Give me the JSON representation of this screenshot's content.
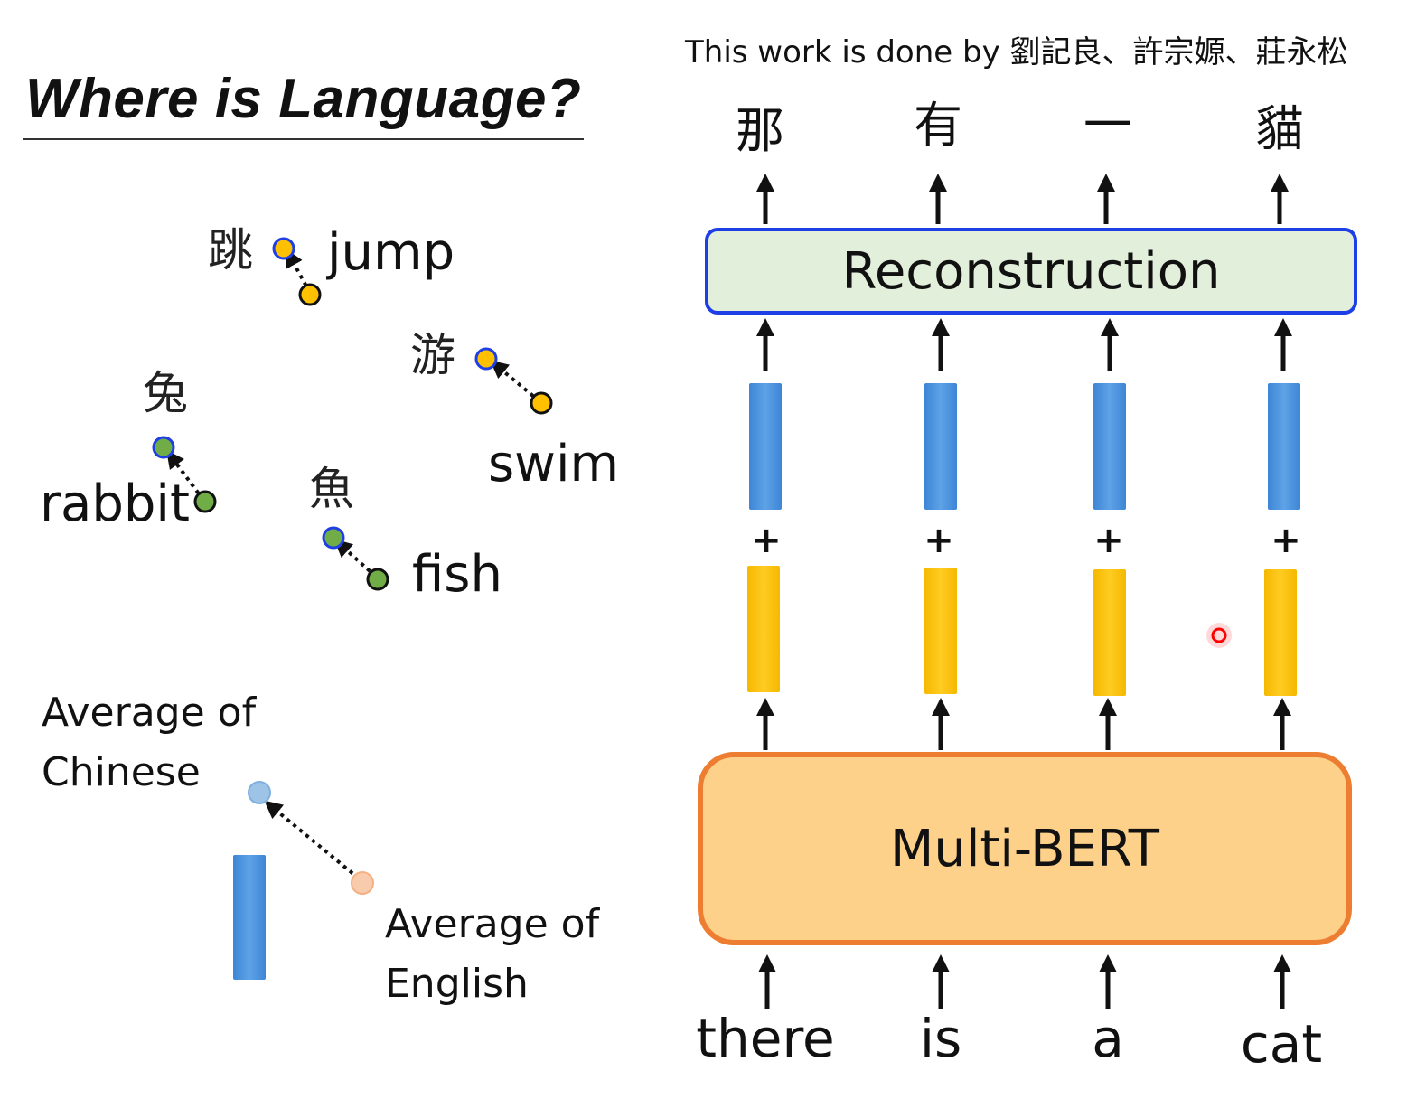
{
  "title": "Where is Language?",
  "credit": "This work is done by 劉記良、許宗嫄、莊永松",
  "left": {
    "pairs": [
      {
        "zh": "跳",
        "en": "jump"
      },
      {
        "zh": "游",
        "en": "swim"
      },
      {
        "zh": "兔",
        "en": "rabbit"
      },
      {
        "zh": "魚",
        "en": "fish"
      }
    ],
    "avg_chinese": [
      "Average of",
      "Chinese"
    ],
    "avg_english": [
      "Average of",
      "English"
    ]
  },
  "right": {
    "outputs": [
      "那",
      "有",
      "一",
      "貓"
    ],
    "inputs": [
      "there",
      "is",
      "a",
      "cat"
    ],
    "reconstruction_label": "Reconstruction",
    "model_label": "Multi-BERT",
    "plus": "+"
  },
  "colors": {
    "orange_dot": "#ffc000",
    "green_dot": "#70ad47",
    "blue_outline": "#1f3fe6",
    "blue_vector": "#4a90d9",
    "yellow_vector": "#ffc000",
    "light_blue_dot": "#9dc3e6",
    "light_orange_dot": "#f8cbad",
    "recon_fill": "#e2efdb",
    "bert_fill": "#fdd18a",
    "bert_border": "#ed7d31",
    "pointer": "#ff0000"
  }
}
